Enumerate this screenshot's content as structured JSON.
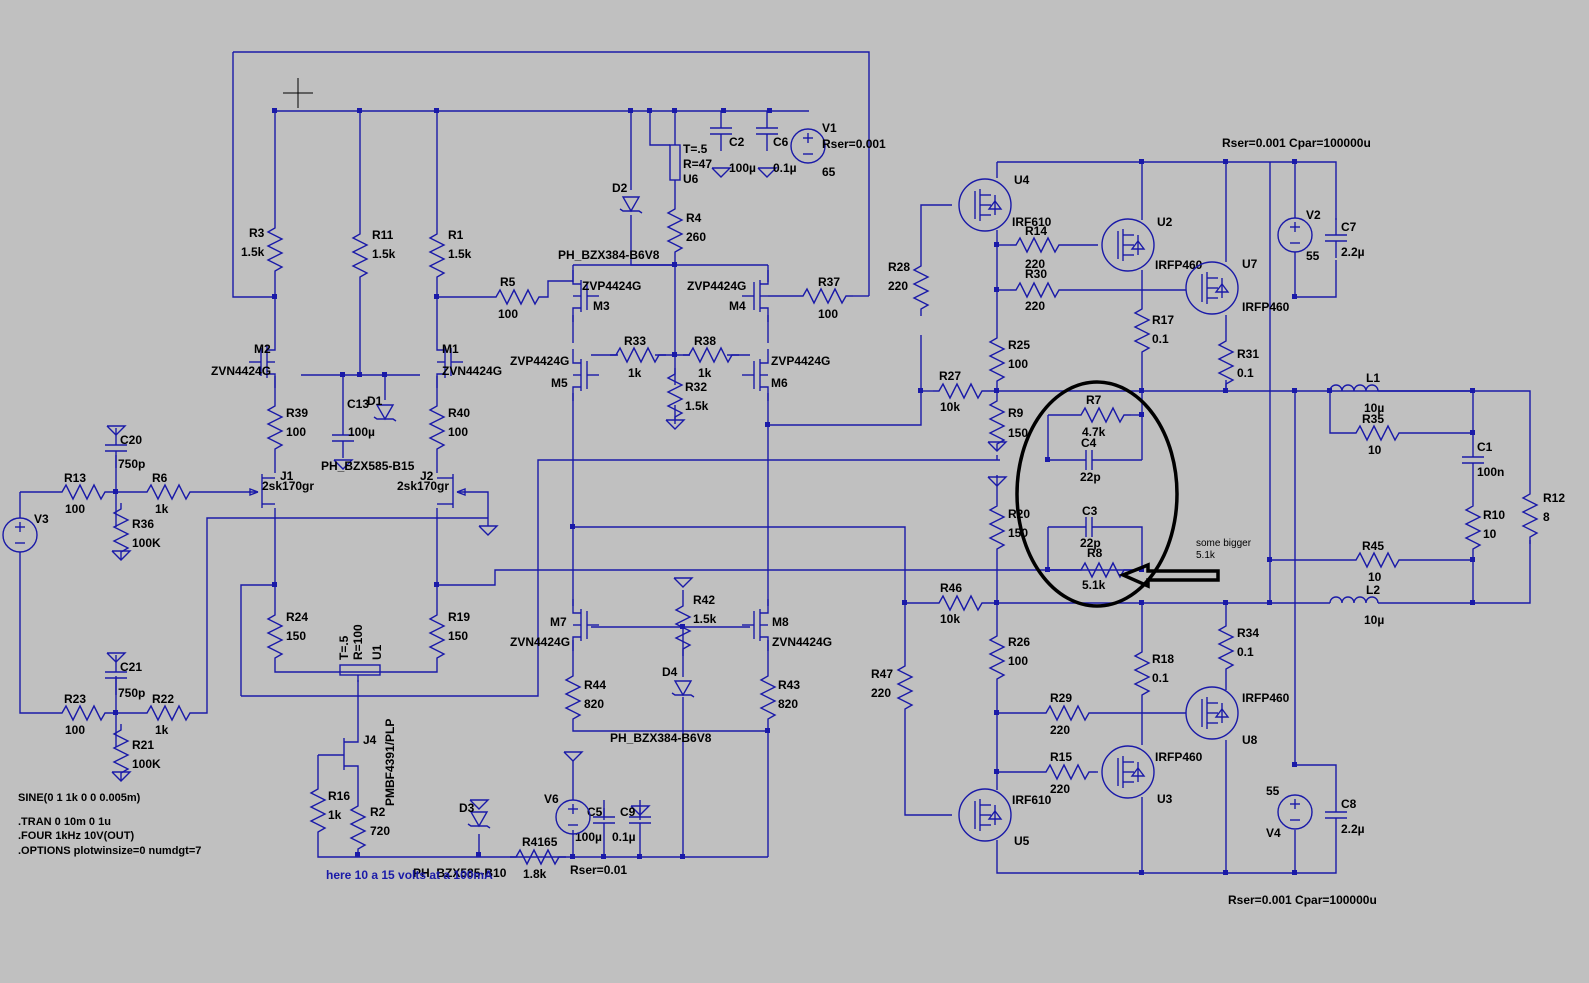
{
  "colors": {
    "background": "#c0c0c0",
    "wire": "#1a1aa8",
    "text": "#000000",
    "annotation": "#000000"
  },
  "components": {
    "R1": [
      "R1",
      "1.5k"
    ],
    "R3": [
      "R3",
      "1.5k"
    ],
    "R11": [
      "R11",
      "1.5k"
    ],
    "R4": [
      "R4",
      "260"
    ],
    "R5": [
      "R5",
      "100"
    ],
    "R37": [
      "R37",
      "100"
    ],
    "R33": [
      "R33",
      "1k"
    ],
    "R38": [
      "R38",
      "1k"
    ],
    "R32": [
      "R32",
      "1.5k"
    ],
    "R39": [
      "R39",
      "100"
    ],
    "R40": [
      "R40",
      "100"
    ],
    "R13": [
      "R13",
      "100"
    ],
    "R36": [
      "R36",
      "100K"
    ],
    "R6": [
      "R6",
      "1k"
    ],
    "R23": [
      "R23",
      "100"
    ],
    "R21": [
      "R21",
      "100K"
    ],
    "R22": [
      "R22",
      "1k"
    ],
    "R24": [
      "R24",
      "150"
    ],
    "R19": [
      "R19",
      "150"
    ],
    "R16": [
      "R16",
      "1k"
    ],
    "R2": [
      "R2",
      "720"
    ],
    "R42": [
      "R42",
      "1.5k"
    ],
    "R44": [
      "R44",
      "820"
    ],
    "R43": [
      "R43",
      "820"
    ],
    "R4165": [
      "R4165",
      "1.8k"
    ],
    "R28": [
      "R28",
      "220"
    ],
    "R14": [
      "R14",
      "220"
    ],
    "R30": [
      "R30",
      "220"
    ],
    "R25": [
      "R25",
      "100"
    ],
    "R27": [
      "R27",
      "10k"
    ],
    "R9": [
      "R9",
      "150"
    ],
    "R17": [
      "R17",
      "0.1"
    ],
    "R31": [
      "R31",
      "0.1"
    ],
    "R7": [
      "R7",
      "4.7k"
    ],
    "R20": [
      "R20",
      "150"
    ],
    "R8": [
      "R8",
      "5.1k"
    ],
    "R46": [
      "R46",
      "10k"
    ],
    "R26": [
      "R26",
      "100"
    ],
    "R47": [
      "R47",
      "220"
    ],
    "R29": [
      "R29",
      "220"
    ],
    "R15": [
      "R15",
      "220"
    ],
    "R18": [
      "R18",
      "0.1"
    ],
    "R34": [
      "R34",
      "0.1"
    ],
    "R35": [
      "R35",
      "10"
    ],
    "R45": [
      "R45",
      "10"
    ],
    "R10": [
      "R10",
      "10"
    ],
    "R12": [
      "R12",
      "8"
    ],
    "C2": [
      "C2",
      "100µ"
    ],
    "C6": [
      "C6",
      "0.1µ"
    ],
    "C7": [
      "C7",
      "2.2µ"
    ],
    "C8": [
      "C8",
      "2.2µ"
    ],
    "C13": [
      "C13",
      "100µ"
    ],
    "C20": [
      "C20",
      "750p"
    ],
    "C21": [
      "C21",
      "750p"
    ],
    "C4": [
      "C4",
      "22p"
    ],
    "C3": [
      "C3",
      "22p"
    ],
    "C1": [
      "C1",
      "100n"
    ],
    "C5": [
      "C5",
      "100µ"
    ],
    "C9": [
      "C9",
      "0.1µ"
    ],
    "L1": [
      "L1",
      "10µ"
    ],
    "L2": [
      "L2",
      "10µ"
    ],
    "V1": [
      "V1",
      "65"
    ],
    "V2": [
      "V2",
      "55"
    ],
    "V3": [
      "V3",
      ""
    ],
    "V4": [
      "V4",
      "55"
    ],
    "V6": [
      "V6",
      ""
    ],
    "M1": [
      "M1",
      "ZVN4424G"
    ],
    "M2": [
      "M2",
      "ZVN4424G"
    ],
    "M3": [
      "M3",
      "ZVP4424G"
    ],
    "M4": [
      "M4",
      "ZVP4424G"
    ],
    "M5": [
      "M5",
      "ZVP4424G"
    ],
    "M6": [
      "M6",
      "ZVP4424G"
    ],
    "M7": [
      "M7",
      "ZVN4424G"
    ],
    "M8": [
      "M8",
      "ZVN4424G"
    ],
    "J1": [
      "J1",
      "2sk170gr"
    ],
    "J2": [
      "J2",
      "2sk170gr"
    ],
    "J4": [
      "J4",
      "PMBF4391/PLP"
    ],
    "U2": [
      "U2",
      "IRFP460"
    ],
    "U3": [
      "U3",
      "IRFP460"
    ],
    "U7": [
      "U7",
      "IRFP460"
    ],
    "U8": [
      "U8",
      "IRFP460"
    ],
    "U4": [
      "U4",
      "IRF610"
    ],
    "U5": [
      "U5",
      "IRF610"
    ],
    "D1": [
      "D1",
      "PH_BZX585-B15"
    ],
    "D2": [
      "D2",
      "PH_BZX384-B6V8"
    ],
    "D3": [
      "D3",
      "PH_BZX585-B10"
    ],
    "D4": [
      "D4",
      "PH_BZX384-B6V8"
    ]
  },
  "labels": {
    "v1_rser": "Rser=0.001",
    "v2_params": "Rser=0.001 Cpar=100000u",
    "v4_params": "Rser=0.001 Cpar=100000u",
    "v6_rser": "Rser=0.01",
    "u6_name": "U6",
    "u6_t": "T=.5",
    "u6_r": "R=47",
    "u1_name": "U1",
    "u1_t": "T=.5",
    "u1_r": "R=100",
    "note_bigger": "some bigger",
    "note_value": "5.1k",
    "comment_supply": "here 10 a 15 volts at a 100mA"
  },
  "directives": [
    "SINE(0 1 1k 0 0 0.005m)",
    ".TRAN 0 10m 0 1u",
    ".FOUR 1kHz 10V(OUT)",
    ".OPTIONS plotwinsize=0 numdgt=7"
  ]
}
